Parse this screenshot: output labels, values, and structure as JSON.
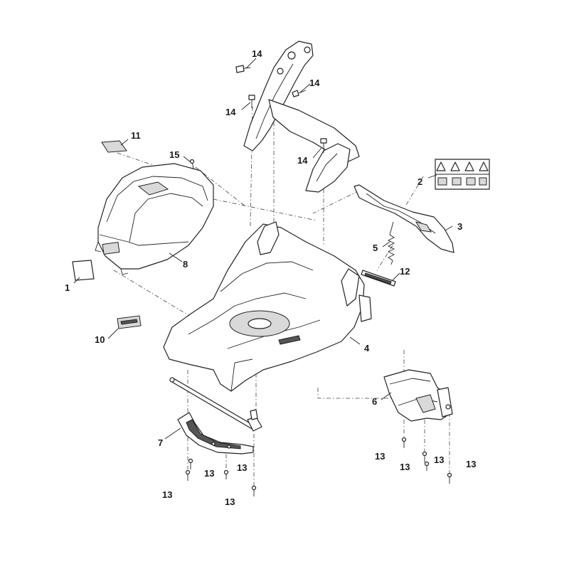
{
  "callouts": {
    "c1": "1",
    "c2": "2",
    "c3": "3",
    "c4": "4",
    "c5": "5",
    "c6": "6",
    "c7": "7",
    "c8": "8",
    "c10": "10",
    "c11": "11",
    "c12": "12",
    "c13": "13",
    "c14": "14",
    "c15": "15"
  }
}
